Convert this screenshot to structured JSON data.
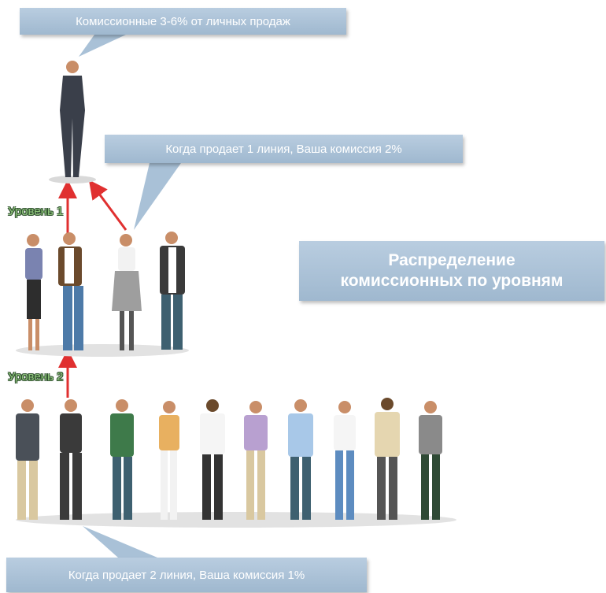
{
  "callouts": {
    "top": "Комиссионные 3-6% от личных продаж",
    "middle": "Когда продает 1 линия, Ваша комиссия 2%",
    "bottom": "Когда продает 2 линия, Ваша комиссия 1%"
  },
  "title": {
    "line1": "Распределение",
    "line2": "комиссионных по уровням"
  },
  "levels": {
    "level1": "Уровень 1",
    "level2": "Уровень 2"
  },
  "colors": {
    "callout": "#a9c1d7",
    "arrow": "#e03030",
    "level_text": "#8ec47a"
  }
}
